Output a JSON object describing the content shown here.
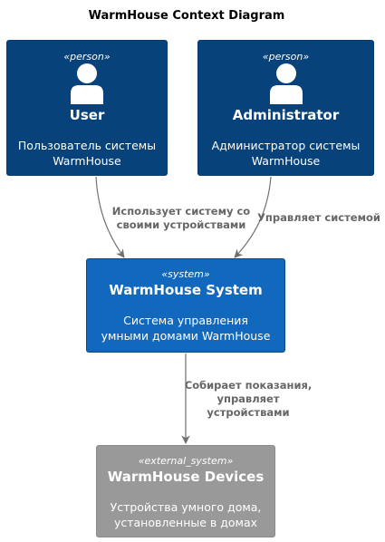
{
  "title": "WarmHouse Context Diagram",
  "colors": {
    "person": "#08427b",
    "system": "#1168bd",
    "external_system": "#999999",
    "edge": "#707070",
    "edge_label": "#666666"
  },
  "nodes": {
    "user": {
      "stereotype": "«person»",
      "icon": "person-icon",
      "name": "User",
      "description": [
        "Пользователь системы",
        "WarmHouse"
      ]
    },
    "administrator": {
      "stereotype": "«person»",
      "icon": "person-icon",
      "name": "Administrator",
      "description": [
        "Администратор системы",
        "WarmHouse"
      ]
    },
    "system": {
      "stereotype": "«system»",
      "name": "WarmHouse System",
      "description": [
        "Система управления",
        "умными домами WarmHouse"
      ]
    },
    "devices": {
      "stereotype": "«external_system»",
      "name": "WarmHouse Devices",
      "description": [
        "Устройства умного дома,",
        "установленные в домах"
      ]
    }
  },
  "relations": {
    "user_to_system": [
      "Использует систему со",
      "своими устройствами"
    ],
    "admin_to_system": [
      "Управляет системой"
    ],
    "system_to_devices": [
      "Собирает показания,",
      "управляет",
      "устройствами"
    ]
  }
}
